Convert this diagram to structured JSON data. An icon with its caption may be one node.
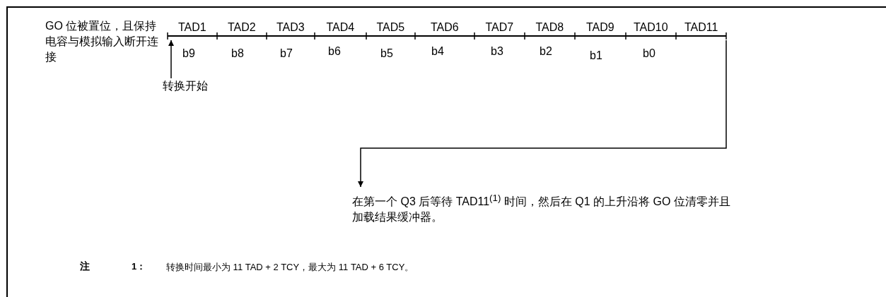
{
  "diagram": {
    "nodes": [
      {
        "text": [
          "GO 位被置位，且保持电容与模拟输入断开连接"
        ]
      },
      {
        "text": [
          "转换开始"
        ]
      },
      {
        "text": [],
        "shape": "bar"
      },
      {
        "text": [
          "在第一个 Q3 后等待 TAD11$^{(1)}$ 时间，然后在 Q1 的上升沿将 GO 位清零并且加载结果缓冲器。"
        ]
      }
    ],
    "edges": [
      {
        "from": 1,
        "to": 2,
        "arrow": "to"
      },
      {
        "from": 2,
        "to": 3,
        "arrow": "to"
      }
    ],
    "labels": [
      "TAD1",
      "TAD2",
      "TAD3",
      "TAD4",
      "TAD5",
      "TAD6",
      "TAD7",
      "TAD8",
      "TAD9",
      "TAD10",
      "TAD11",
      "b9",
      "b8",
      "b7",
      "b6",
      "b5",
      "b4",
      "b3",
      "b2",
      "b1",
      "b0",
      "注",
      "1：",
      "转换时间最小为 11 TAD + 2 TCY，最大为 11 TAD + 6 TCY。"
    ]
  }
}
